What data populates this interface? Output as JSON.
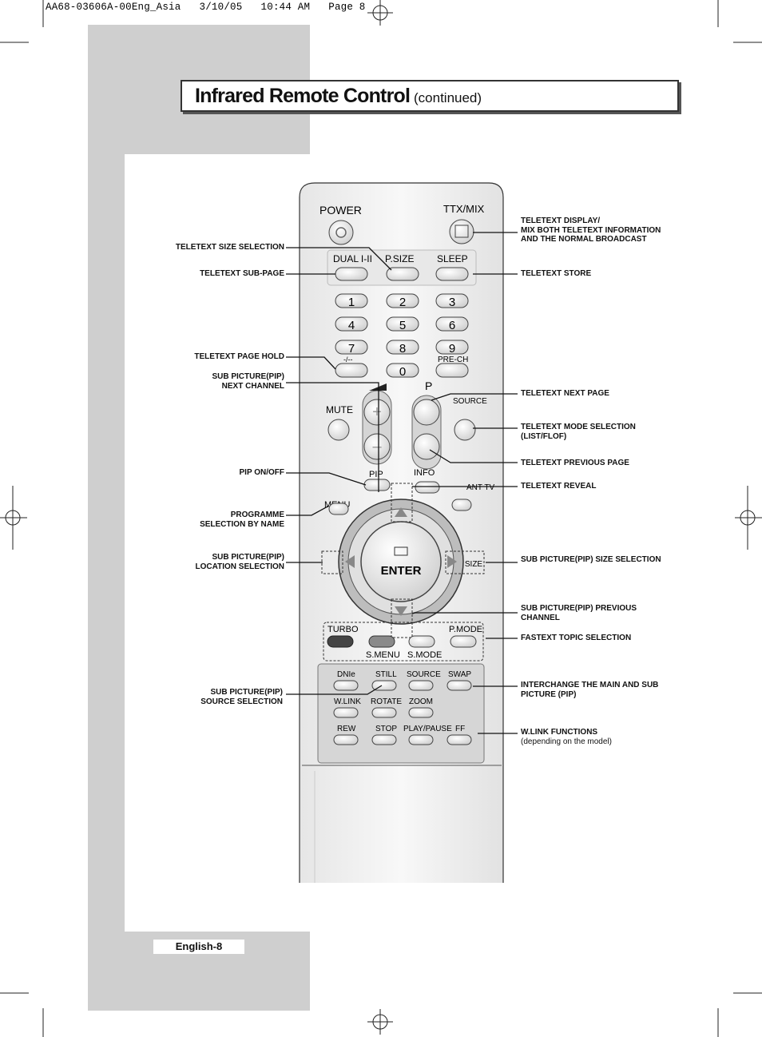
{
  "print_slug": "AA68-03606A-00Eng_Asia   3/10/05   10:44 AM   Page 8",
  "header": {
    "title": "Infrared Remote Control",
    "subtitle": "(continued)"
  },
  "footer": {
    "page_label": "English-8"
  },
  "remote": {
    "top_row": {
      "power": "POWER",
      "ttx": "TTX/MIX"
    },
    "function_row": [
      "DUAL I-II",
      "P.SIZE",
      "SLEEP"
    ],
    "digits": [
      "1",
      "2",
      "3",
      "4",
      "5",
      "6",
      "7",
      "8",
      "9",
      "0"
    ],
    "dash_label": "-/--",
    "prech_label": "PRE-CH",
    "mute_label": "MUTE",
    "p_label": "P",
    "source_label": "SOURCE",
    "pip_label": "PIP",
    "info_label": "INFO",
    "menu_label": "MENU",
    "antv_label": "ANT TV",
    "enter_label": "ENTER",
    "size_label": "SIZE",
    "turbo_label": "TURBO",
    "pmode_label": "P.MODE",
    "smenu_label": "S.MENU",
    "smode_label": "S.MODE",
    "panel_row1": [
      "DNIe",
      "STILL",
      "SOURCE",
      "SWAP"
    ],
    "panel_row2": [
      "W.LINK",
      "ROTATE",
      "ZOOM"
    ],
    "panel_row3": [
      "REW",
      "STOP",
      "PLAY/PAUSE",
      "FF"
    ]
  },
  "callouts_left": [
    {
      "id": "size",
      "text": "TELETEXT SIZE SELECTION"
    },
    {
      "id": "subpage",
      "text": "TELETEXT SUB-PAGE"
    },
    {
      "id": "hold",
      "text": "TELETEXT PAGE HOLD"
    },
    {
      "id": "pipnext",
      "line1": "SUB PICTURE(PIP)",
      "line2": "NEXT CHANNEL"
    },
    {
      "id": "piponoff",
      "text": "PIP ON/OFF"
    },
    {
      "id": "progname",
      "line1": "PROGRAMME",
      "line2": "SELECTION BY NAME"
    },
    {
      "id": "piploc",
      "line1": "SUB PICTURE(PIP)",
      "line2": "LOCATION SELECTION"
    },
    {
      "id": "pipsource",
      "line1": "SUB PICTURE(PIP)",
      "line2": "SOURCE SELECTION"
    }
  ],
  "callouts_right": [
    {
      "id": "display",
      "line1": "TELETEXT DISPLAY/",
      "line2": "MIX BOTH TELETEXT INFORMATION",
      "line3": "AND THE NORMAL BROADCAST"
    },
    {
      "id": "store",
      "text": "TELETEXT STORE"
    },
    {
      "id": "next",
      "text": "TELETEXT NEXT PAGE"
    },
    {
      "id": "mode",
      "line1": "TELETEXT MODE SELECTION",
      "line2": "(LIST/FLOF)"
    },
    {
      "id": "prev",
      "text": "TELETEXT PREVIOUS PAGE"
    },
    {
      "id": "reveal",
      "text": "TELETEXT REVEAL"
    },
    {
      "id": "pipsize",
      "text": "SUB PICTURE(PIP) SIZE SELECTION"
    },
    {
      "id": "pipprev",
      "line1": "SUB PICTURE(PIP) PREVIOUS",
      "line2": "CHANNEL"
    },
    {
      "id": "fastext",
      "text": "FASTEXT TOPIC SELECTION"
    },
    {
      "id": "swap",
      "line1": "INTERCHANGE THE MAIN AND SUB",
      "line2": "PICTURE (PIP)"
    },
    {
      "id": "wlink",
      "line1": "W.LINK FUNCTIONS",
      "note": "(depending on the model)"
    }
  ],
  "colors": {
    "side_gray": "#cfcfcf",
    "remote_body": "#f2f2f2",
    "button_dark": "#444444"
  }
}
